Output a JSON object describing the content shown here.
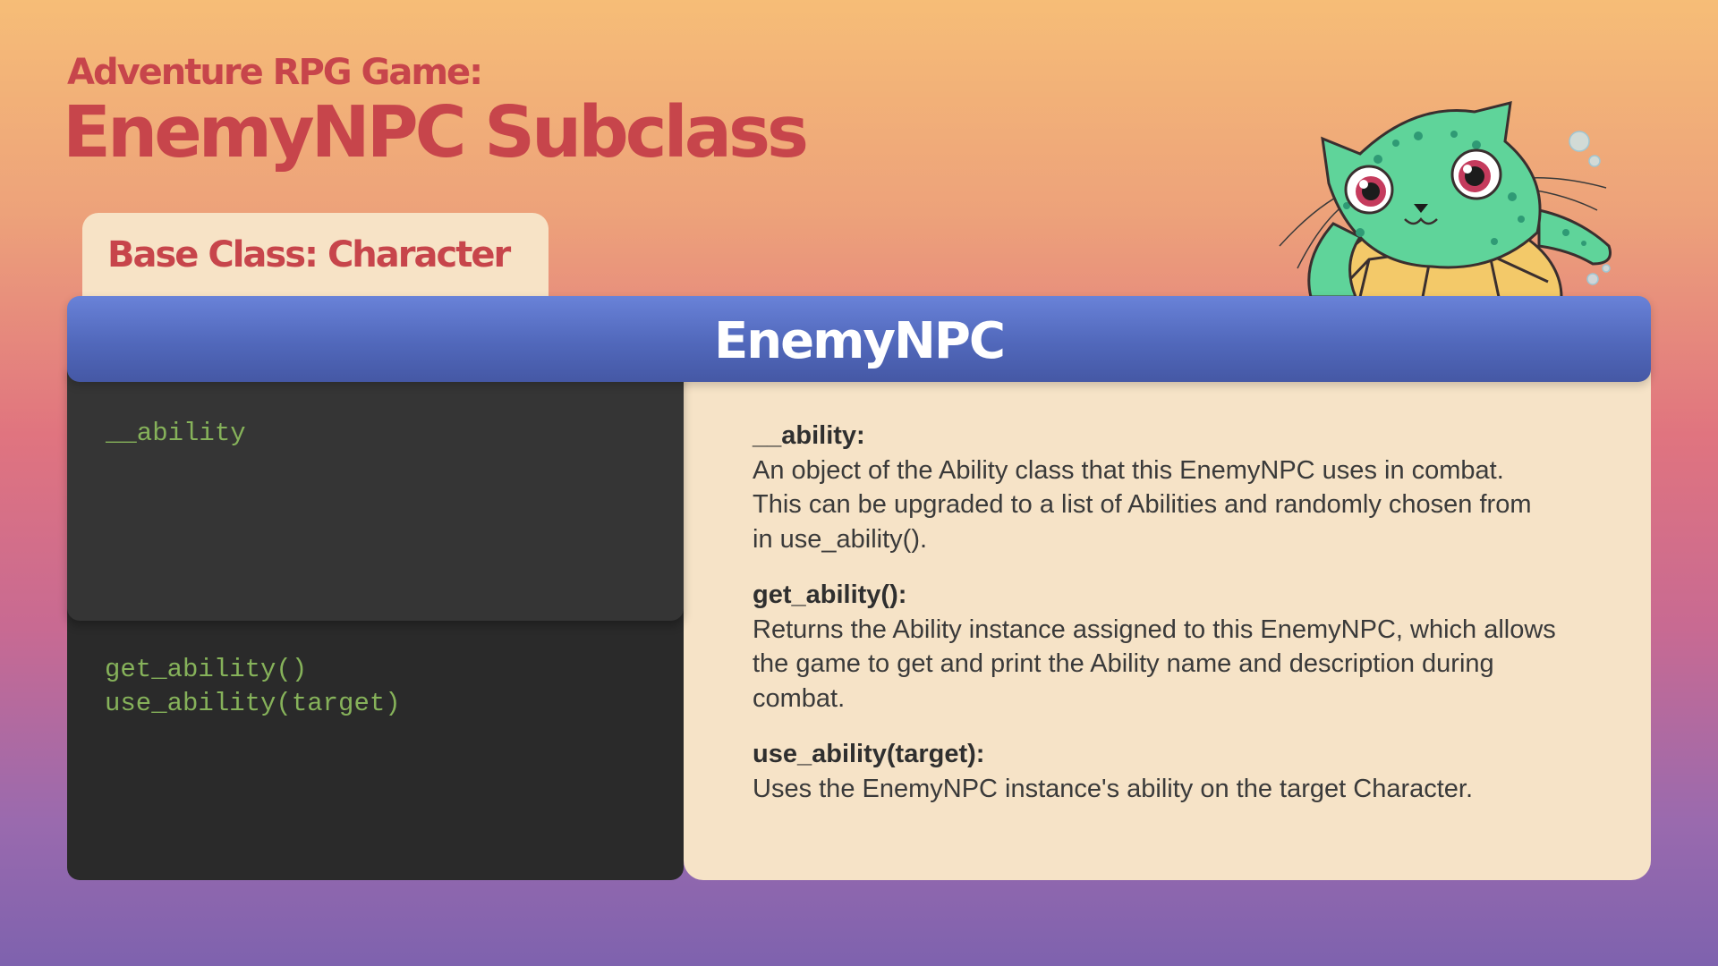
{
  "header": {
    "subtitle": "Adventure RPG Game:",
    "title": "EnemyNPC Subclass"
  },
  "base_class": {
    "label": "Base Class: Character"
  },
  "mascot": {
    "icon": "sea-turtle-cat-mascot-icon"
  },
  "class_box": {
    "name": "EnemyNPC",
    "attributes": [
      "__ability"
    ],
    "methods": [
      "get_ability()",
      "use_ability(target)"
    ]
  },
  "descriptions": [
    {
      "term": "__ability:",
      "text": "An object of the Ability class that this EnemyNPC uses in combat. This can be upgraded to a list of Abilities and randomly chosen from in use_ability()."
    },
    {
      "term": "get_ability():",
      "text": "Returns the Ability instance assigned to this EnemyNPC, which allows the game to get and print the Ability name and description during combat."
    },
    {
      "term": "use_ability(target):",
      "text": "Uses the EnemyNPC instance's ability on the target Character."
    }
  ],
  "colors": {
    "title": "#c7454b",
    "banner": "#5168bb",
    "code_text": "#86b25a",
    "panel": "#f6e3c7",
    "code_bg": "#2a2a2a"
  }
}
